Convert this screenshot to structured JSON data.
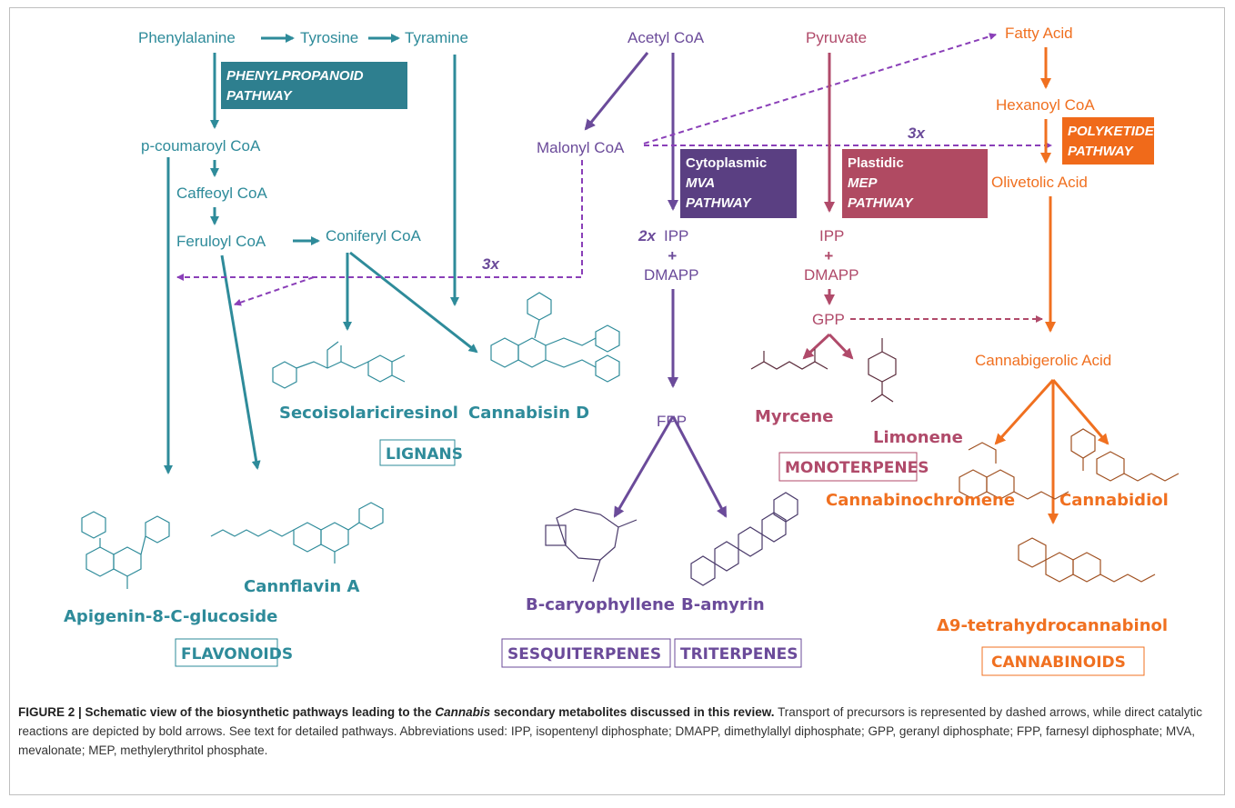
{
  "colors": {
    "teal": "#2e8b9a",
    "purple": "#6b4b9a",
    "rose": "#b04a6a",
    "orange": "#f07020"
  },
  "nodes": {
    "phenylalanine": "Phenylalanine",
    "tyrosine": "Tyrosine",
    "tyramine": "Tyramine",
    "p_coumaroyl": "p-coumaroyl CoA",
    "caffeoyl": "Caffeoyl CoA",
    "feruloyl": "Feruloyl CoA",
    "coniferyl": "Coniferyl CoA",
    "acetyl": "Acetyl CoA",
    "malonyl": "Malonyl CoA",
    "ipp_2x_mult": "2x",
    "ipp_2x": "IPP",
    "plus_1": "+",
    "dmapp_1": "DMAPP",
    "fpp": "FPP",
    "pyruvate": "Pyruvate",
    "ipp": "IPP",
    "plus_2": "+",
    "dmapp_2": "DMAPP",
    "gpp": "GPP",
    "fatty_acid": "Fatty Acid",
    "hexanoyl": "Hexanoyl CoA",
    "olivetolic": "Olivetolic Acid",
    "cannabigerolic": "Cannabigerolic Acid",
    "mult_3x_left": "3x",
    "mult_3x_right": "3x"
  },
  "pathway_boxes": {
    "phenylpropanoid": [
      "PHENYLPROPANOID",
      "PATHWAY"
    ],
    "mva": [
      "Cytoplasmic",
      "MVA",
      "PATHWAY"
    ],
    "mep": [
      "Plastidic",
      "MEP",
      "PATHWAY"
    ],
    "polyketide": [
      "POLYKETIDE",
      "PATHWAY"
    ]
  },
  "compounds": {
    "secoisolariciresinol": "Secoisolariciresinol",
    "cannabisin_d": "Cannabisin D",
    "apigenin": "Apigenin-8-C-glucoside",
    "cannflavin": "Cannflavin A",
    "caryophyllene": "B-caryophyllene",
    "amyrin": "B-amyrin",
    "myrcene": "Myrcene",
    "limonene": "Limonene",
    "cannabichromene": "Cannabinochromene",
    "cannabidiol": "Cannabidiol",
    "thc": "Δ9-tetrahydrocannabinol"
  },
  "classes": {
    "lignans": "LIGNANS",
    "flavonoids": "FLAVONOIDS",
    "sesquiterpenes": "SESQUITERPENES",
    "triterpenes": "TRITERPENES",
    "monoterpenes": "MONOTERPENES",
    "cannabinoids": "CANNABINOIDS"
  },
  "caption": {
    "label": "FIGURE 2 | Schematic view of the biosynthetic pathways leading to the",
    "label_italic": "Cannabis",
    "label_end": "secondary metabolites discussed in this review.",
    "body": "Transport of precursors is represented by dashed arrows, while direct catalytic reactions are depicted by bold arrows. See text for detailed pathways. Abbreviations used: IPP, isopentenyl diphosphate; DMAPP, dimethylallyl diphosphate; GPP, geranyl diphosphate; FPP, farnesyl diphosphate; MVA, mevalonate; MEP, methylerythritol phosphate."
  }
}
